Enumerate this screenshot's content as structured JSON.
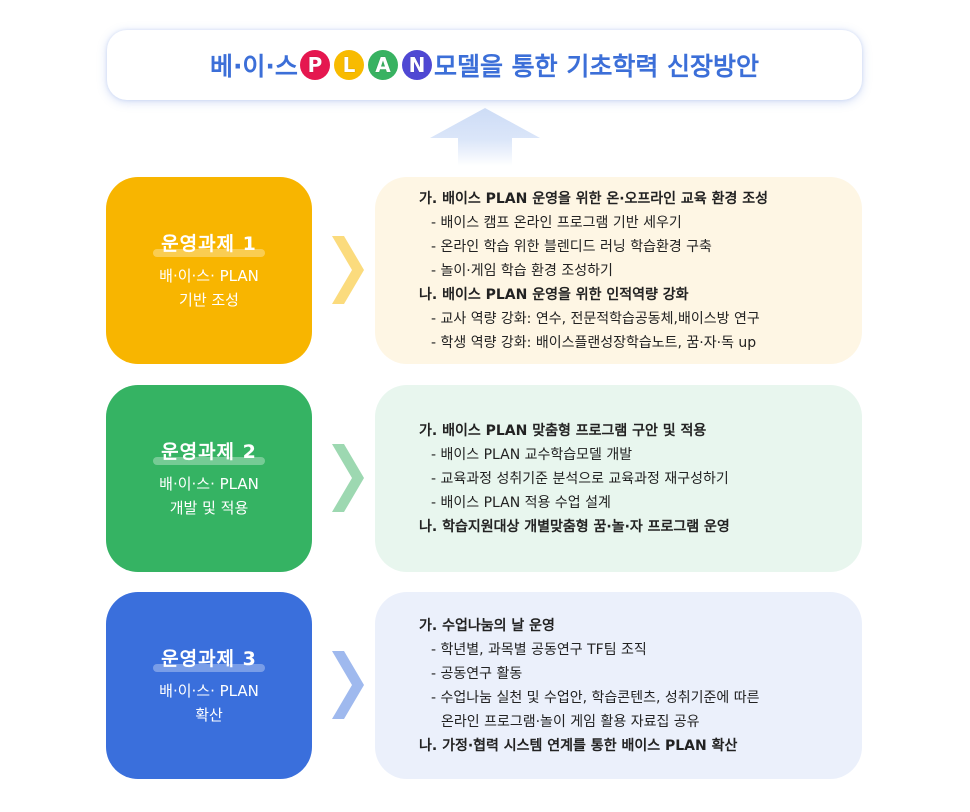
{
  "title": {
    "prefix": "베·이·스",
    "plan_letters": [
      {
        "letter": "P",
        "color": "#e5174f"
      },
      {
        "letter": "L",
        "color": "#f8bb00"
      },
      {
        "letter": "A",
        "color": "#38b261"
      },
      {
        "letter": "N",
        "color": "#4f48d3"
      }
    ],
    "suffix": "모델을 통한 기초학력 신장방안",
    "color": "#3c6fd8"
  },
  "arrow": {
    "icon": "up-arrow-icon",
    "color": "#d5e2f8"
  },
  "tasks": [
    {
      "heading": "운영과제 1",
      "subtitle_line1": "배·이·스· PLAN",
      "subtitle_line2": "기반 조성",
      "color": "#f8b500",
      "chevron_color": "#fbdb7d",
      "detail_bg": "#fef6e4",
      "details": [
        {
          "type": "head",
          "text": "가. 배이스 PLAN 운영을 위한 온·오프라인 교육 환경 조성"
        },
        {
          "type": "sub",
          "text": "- 배이스 캠프 온라인 프로그램 기반 세우기"
        },
        {
          "type": "sub",
          "text": "- 온라인 학습 위한 블렌디드 러닝 학습환경 구축"
        },
        {
          "type": "sub",
          "text": "- 놀이·게임 학습 환경 조성하기"
        },
        {
          "type": "head",
          "text": "나. 배이스 PLAN 운영을 위한 인적역량 강화"
        },
        {
          "type": "sub",
          "text": "- 교사 역량 강화: 연수, 전문적학습공동체,배이스방 연구"
        },
        {
          "type": "sub",
          "text": "- 학생 역량 강화: 배이스플랜성장학습노트, 꿈·자·독 up"
        }
      ]
    },
    {
      "heading": "운영과제 2",
      "subtitle_line1": "배·이·스· PLAN",
      "subtitle_line2": "개발 및 적용",
      "color": "#35b363",
      "chevron_color": "#9dd8b1",
      "detail_bg": "#e8f6ee",
      "details": [
        {
          "type": "head",
          "text": "가. 배이스 PLAN 맞춤형 프로그램 구안 및 적용"
        },
        {
          "type": "sub",
          "text": "- 배이스 PLAN 교수학습모델 개발"
        },
        {
          "type": "sub",
          "text": "- 교육과정 성취기준 분석으로 교육과정 재구성하기"
        },
        {
          "type": "sub",
          "text": "- 배이스 PLAN 적용 수업 설계"
        },
        {
          "type": "head",
          "text": "나. 학습지원대상 개별맞춤형 꿈·놀·자 프로그램 운영"
        }
      ]
    },
    {
      "heading": "운영과제 3",
      "subtitle_line1": "배·이·스· PLAN",
      "subtitle_line2": "확산",
      "color": "#3a6fdc",
      "chevron_color": "#9fb9ee",
      "detail_bg": "#ebf0fb",
      "details": [
        {
          "type": "head",
          "text": "가. 수업나눔의 날 운영"
        },
        {
          "type": "sub",
          "text": "- 학년별, 과목별 공동연구 TF팀 조직"
        },
        {
          "type": "sub",
          "text": "- 공동연구 활동"
        },
        {
          "type": "sub",
          "text": "- 수업나눔 실천 및 수업안, 학습콘텐츠, 성취기준에 따른"
        },
        {
          "type": "cont",
          "text": "온라인 프로그램·놀이 게임 활용 자료집 공유"
        },
        {
          "type": "head",
          "text": "나. 가정·협력 시스템 연계를 통한 배이스 PLAN 확산"
        }
      ]
    }
  ]
}
